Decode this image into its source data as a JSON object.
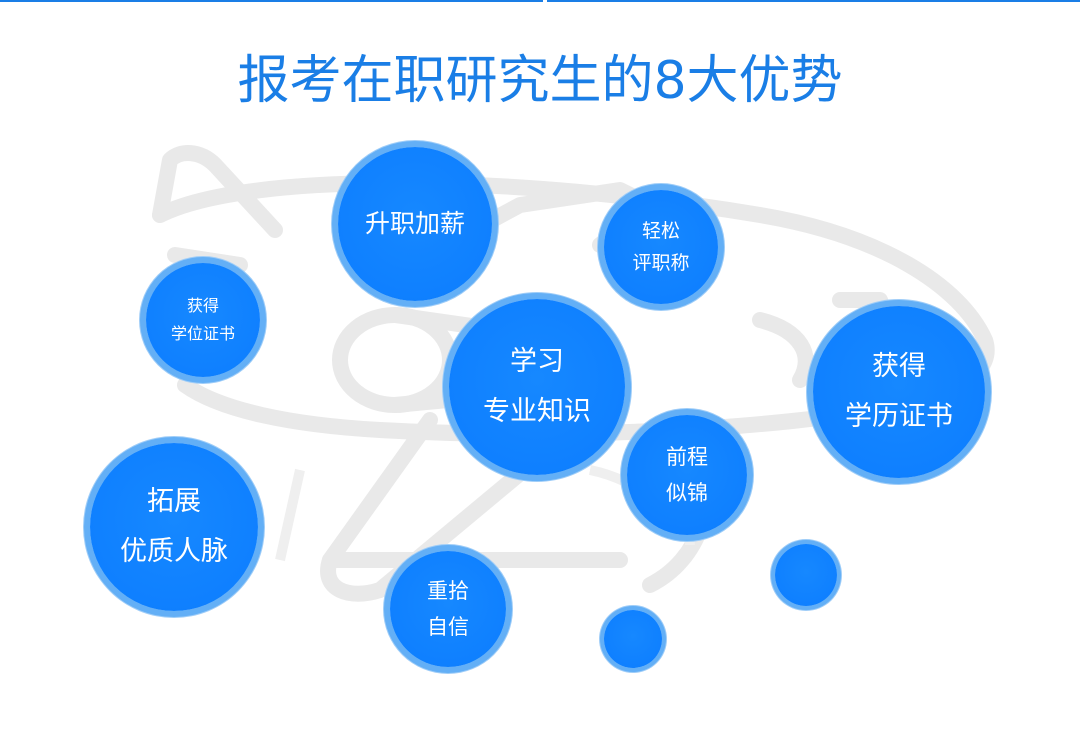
{
  "page": {
    "title": "报考在职研究生的8大优势"
  },
  "colors": {
    "accent": "#1a7ee6",
    "bubble_fill": "#0f80ff",
    "bubble_ring": "#63aff6",
    "background_outline": "#e9e9e9"
  },
  "advantages": [
    {
      "lines": [
        "升职加薪"
      ]
    },
    {
      "lines": [
        "轻松",
        "评职称"
      ]
    },
    {
      "lines": [
        "获得",
        "学位证书"
      ]
    },
    {
      "lines": [
        "学习",
        "专业知识"
      ]
    },
    {
      "lines": [
        "获得",
        "学历证书"
      ]
    },
    {
      "lines": [
        "前程",
        "似锦"
      ]
    },
    {
      "lines": [
        "拓展",
        "优质人脉"
      ]
    },
    {
      "lines": [
        "重拾",
        "自信"
      ]
    }
  ],
  "decorative": {
    "icon": "airplane-outline"
  }
}
